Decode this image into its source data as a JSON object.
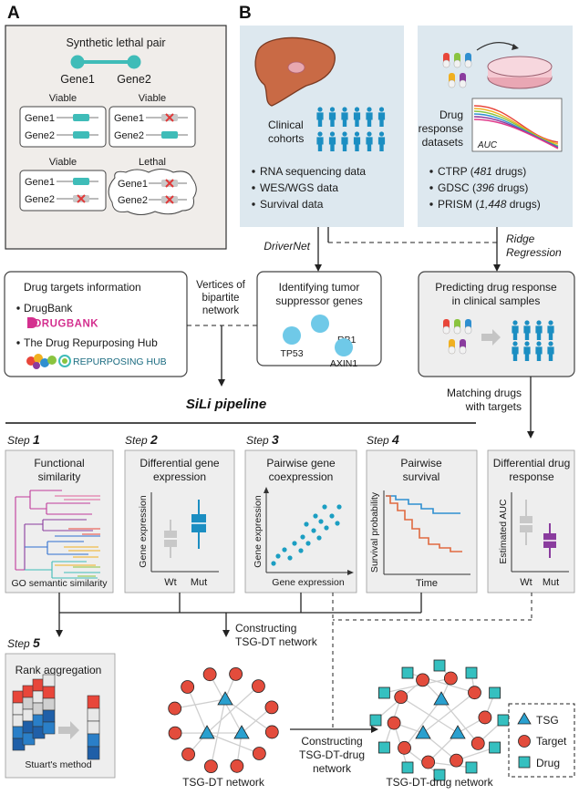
{
  "panel_a": {
    "letter": "A",
    "title": "Synthetic lethal pair",
    "gene1": "Gene1",
    "gene2": "Gene2",
    "viable": "Viable",
    "lethal": "Lethal"
  },
  "panel_b": {
    "letter": "B",
    "clinical": {
      "label_line1": "Clinical",
      "label_line2": "cohorts",
      "bullets": [
        "RNA sequencing data",
        "WES/WGS data",
        "Survival data"
      ]
    },
    "drug_response": {
      "label_lines": [
        "Drug",
        "response",
        "datasets"
      ],
      "auc": "AUC",
      "bullets": [
        {
          "name": "CTRP",
          "count": "481",
          "unit": "drugs"
        },
        {
          "name": "GDSC",
          "count": "396",
          "unit": "drugs"
        },
        {
          "name": "PRISM",
          "count": "1,448",
          "unit": "drugs"
        }
      ]
    },
    "driver_net": "DriverNet",
    "ridge_line1": "Ridge",
    "ridge_line2": "Regression",
    "drug_targets": {
      "title": "Drug targets information",
      "item1": "DrugBank",
      "drugbank_logo": "DRUGBANK",
      "item2": "The Drug Repurposing Hub",
      "hub_logo": "REPURPOSING HUB"
    },
    "vertices_lines": [
      "Vertices of",
      "bipartite",
      "network"
    ],
    "tsg": {
      "title_line1": "Identifying tumor",
      "title_line2": "suppressor genes",
      "genes": [
        "TP53",
        "RB1",
        "AXIN1"
      ]
    },
    "predict": {
      "title_line1": "Predicting drug response",
      "title_line2": "in clinical samples"
    },
    "matching_line1": "Matching drugs",
    "matching_line2": "with targets",
    "pipeline_title": "SiLi pipeline",
    "step_word": "Step",
    "steps": [
      {
        "num": "1",
        "title_lines": [
          "Functional",
          "similarity"
        ],
        "caption": "GO semantic similarity"
      },
      {
        "num": "2",
        "title_lines": [
          "Differential gene",
          "expression"
        ],
        "ylabel": "Gene expression",
        "x1": "Wt",
        "x2": "Mut"
      },
      {
        "num": "3",
        "title_lines": [
          "Pairwise gene",
          "coexpression"
        ],
        "ylabel": "Gene expression",
        "xlabel": "Gene expression"
      },
      {
        "num": "4",
        "title_lines": [
          "Pairwise",
          "survival"
        ],
        "ylabel": "Survival probability",
        "xlabel": "Time"
      },
      {
        "num": "5",
        "title": "Rank aggregation",
        "caption": "Stuart's method"
      }
    ],
    "diff_drug": {
      "title_line1": "Differential drug",
      "title_line2": "response",
      "ylabel": "Estimated AUC",
      "x1": "Wt",
      "x2": "Mut"
    },
    "constructing_tsg_line1": "Constructing",
    "constructing_tsg_line2": "TSG-DT network",
    "constructing_drug_lines": [
      "Constructing",
      "TSG-DT-drug",
      "network"
    ],
    "tsg_dt_network": "TSG-DT network",
    "tsg_dt_drug_network": "TSG-DT-drug network",
    "legend": {
      "tsg": "TSG",
      "target": "Target",
      "drug": "Drug"
    }
  },
  "colors": {
    "panel_a_bg": "#f0edea",
    "panel_bg": "#dde8ef",
    "step_bg": "#eeeeee",
    "teal": "#3fbcb8",
    "red_x": "#e03a3a",
    "liver": "#c96a45",
    "person": "#1b8ec2",
    "tsg_blue": "#2aa0cf",
    "target_red": "#e34c3c",
    "drug_teal": "#35c0c0",
    "purple": "#8a3c9e",
    "drugbank_magenta": "#d4308f",
    "hub_teal": "#1a6b80"
  }
}
